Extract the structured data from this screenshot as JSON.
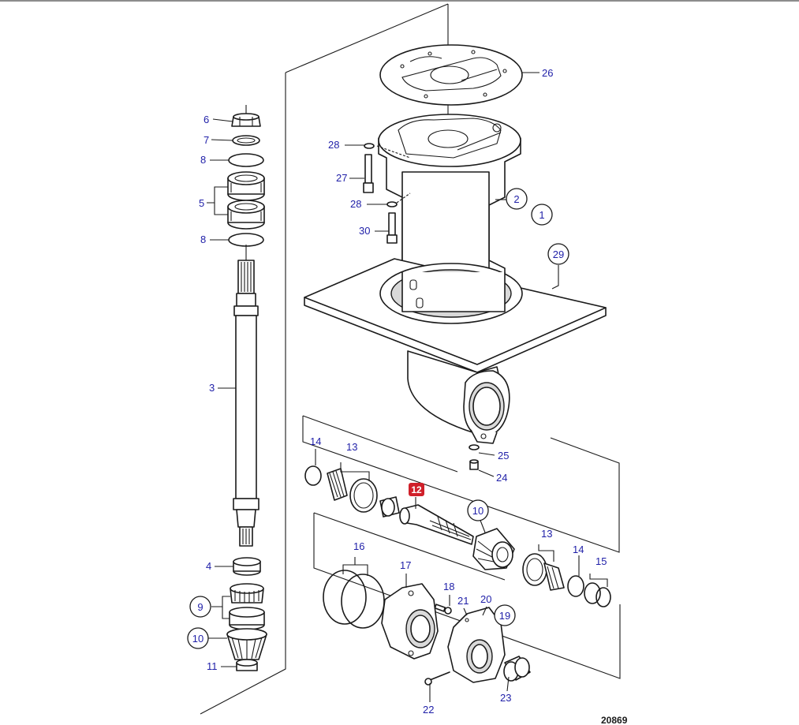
{
  "diagram": {
    "reference_number": "20869",
    "highlighted_part": "12",
    "colors": {
      "label": "#1f1fa8",
      "highlight": "#d0202a",
      "line": "#1a1a1a"
    },
    "labels": [
      {
        "id": "6",
        "text": "6"
      },
      {
        "id": "7",
        "text": "7"
      },
      {
        "id": "8a",
        "text": "8"
      },
      {
        "id": "5",
        "text": "5"
      },
      {
        "id": "8b",
        "text": "8"
      },
      {
        "id": "3",
        "text": "3"
      },
      {
        "id": "4",
        "text": "4"
      },
      {
        "id": "9",
        "text": "9"
      },
      {
        "id": "10a",
        "text": "10"
      },
      {
        "id": "11",
        "text": "11"
      },
      {
        "id": "26",
        "text": "26"
      },
      {
        "id": "28a",
        "text": "28"
      },
      {
        "id": "27",
        "text": "27"
      },
      {
        "id": "2",
        "text": "2"
      },
      {
        "id": "1",
        "text": "1"
      },
      {
        "id": "28b",
        "text": "28"
      },
      {
        "id": "30",
        "text": "30"
      },
      {
        "id": "29",
        "text": "29"
      },
      {
        "id": "14a",
        "text": "14"
      },
      {
        "id": "13a",
        "text": "13"
      },
      {
        "id": "12",
        "text": "12"
      },
      {
        "id": "25",
        "text": "25"
      },
      {
        "id": "24",
        "text": "24"
      },
      {
        "id": "10b",
        "text": "10"
      },
      {
        "id": "13b",
        "text": "13"
      },
      {
        "id": "14b",
        "text": "14"
      },
      {
        "id": "15",
        "text": "15"
      },
      {
        "id": "16",
        "text": "16"
      },
      {
        "id": "17",
        "text": "17"
      },
      {
        "id": "18",
        "text": "18"
      },
      {
        "id": "21",
        "text": "21"
      },
      {
        "id": "20",
        "text": "20"
      },
      {
        "id": "19",
        "text": "19"
      },
      {
        "id": "22",
        "text": "22"
      },
      {
        "id": "23",
        "text": "23"
      }
    ]
  }
}
